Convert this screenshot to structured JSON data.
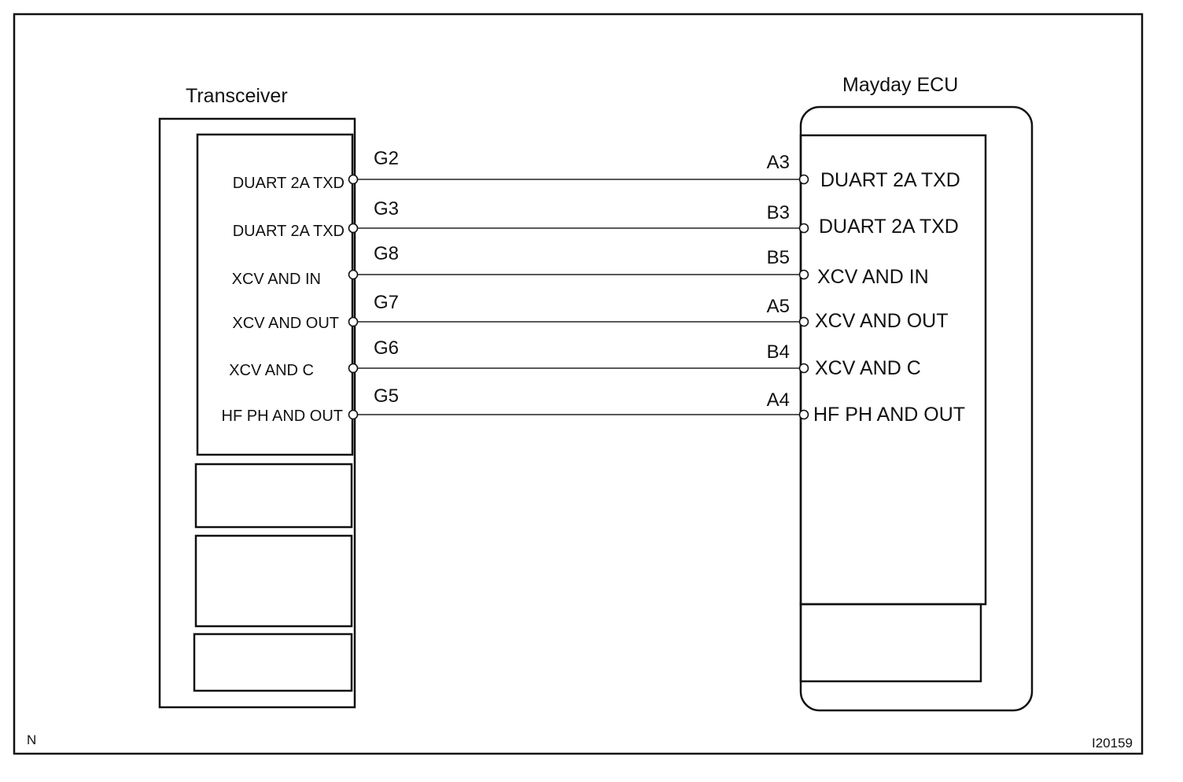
{
  "transceiver": {
    "title": "Transceiver",
    "signals": [
      "DUART 2A TXD",
      "DUART 2A TXD",
      "XCV AND IN",
      "XCV AND OUT",
      "XCV AND C",
      "HF PH AND OUT"
    ]
  },
  "ecu": {
    "title": "Mayday ECU",
    "signals": [
      "DUART 2A TXD",
      "DUART 2A TXD",
      "XCV AND IN",
      "XCV AND OUT",
      "XCV AND C",
      "HF PH AND OUT"
    ]
  },
  "wires": [
    {
      "from_pin": "G2",
      "to_pin": "A3"
    },
    {
      "from_pin": "G3",
      "to_pin": "B3"
    },
    {
      "from_pin": "G8",
      "to_pin": "B5"
    },
    {
      "from_pin": "G7",
      "to_pin": "A5"
    },
    {
      "from_pin": "G6",
      "to_pin": "B4"
    },
    {
      "from_pin": "G5",
      "to_pin": "A4"
    }
  ],
  "footer": {
    "left_mark": "N",
    "figure_id": "I20159"
  }
}
